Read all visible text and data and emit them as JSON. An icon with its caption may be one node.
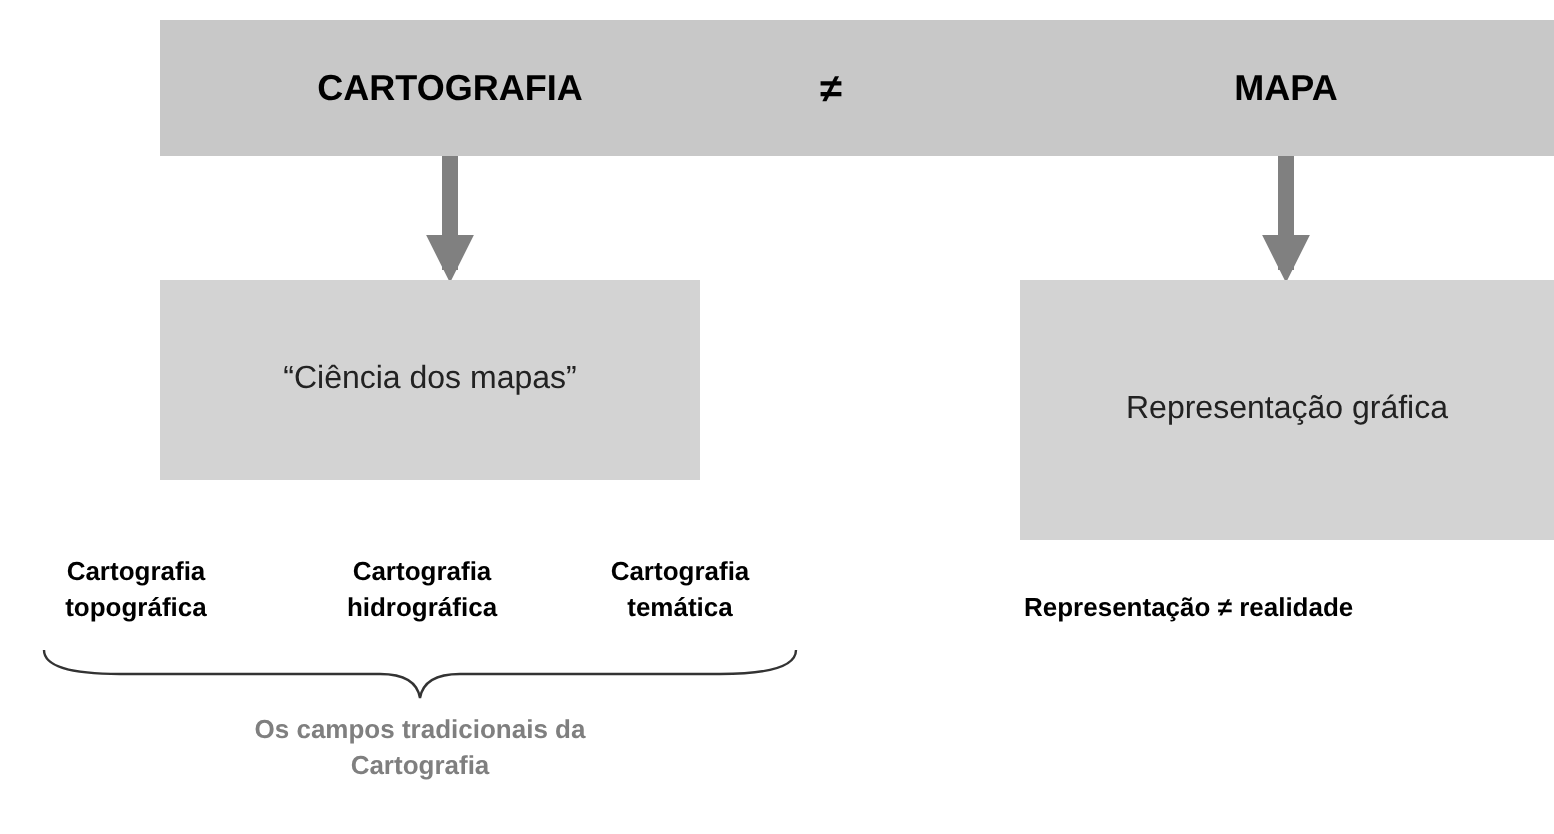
{
  "diagram": {
    "nodes": [
      {
        "text": [],
        "shape": "bar"
      },
      {
        "text": [
          "CARTOGRAFIA"
        ],
        "in": 0
      },
      {
        "text": [
          "MAPA"
        ],
        "in": 0
      },
      {
        "text": [
          "“Ciência dos mapas”"
        ]
      },
      {
        "text": [
          "Representação gráfica"
        ]
      }
    ],
    "edges": [
      {
        "from": 1,
        "to": 3,
        "arrow": "to"
      },
      {
        "from": 2,
        "to": 4,
        "arrow": "to"
      }
    ],
    "labels": [
      "≠",
      "Cartografia topográfica",
      "Cartografia hidrográfica",
      "Cartografia temática",
      "Os campos tradicionais da Cartografia",
      "Representação ≠ realidade"
    ]
  }
}
